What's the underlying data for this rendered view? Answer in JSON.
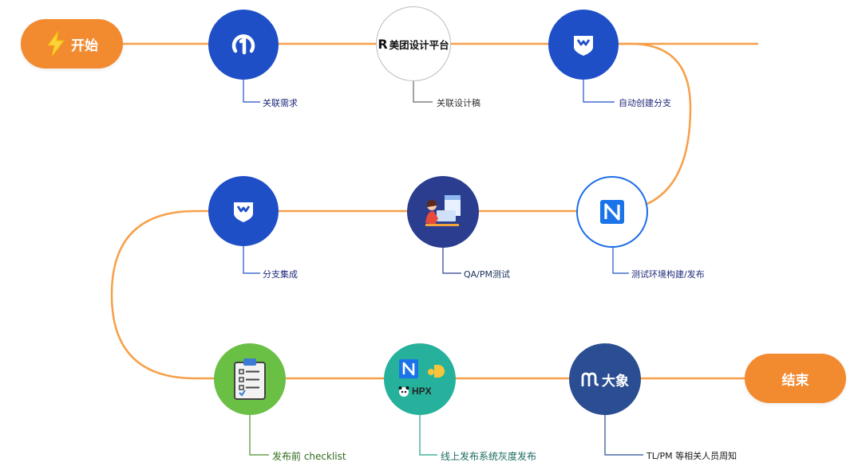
{
  "start": {
    "label": "开始"
  },
  "end": {
    "label": "结束"
  },
  "steps": [
    {
      "label": "关联需求",
      "icon": "number-one-icon"
    },
    {
      "label": "关联设计稿",
      "icon": "meituan-design-logo",
      "logo_text": "美团设计平台",
      "logo_mark": "R"
    },
    {
      "label": "自动创建分支",
      "icon": "shield-icon"
    },
    {
      "label": "测试环境构建/发布",
      "icon": "n-logo-icon"
    },
    {
      "label": "QA/PM测试",
      "icon": "person-at-computer-icon"
    },
    {
      "label": "分支集成",
      "icon": "shield-icon"
    },
    {
      "label": "发布前 checklist",
      "icon": "clipboard-checklist-icon"
    },
    {
      "label": "线上发布系统灰度发布",
      "icon": "release-tools-logos",
      "logo_text": "HPX"
    },
    {
      "label": "TL/PM 等相关人员周知",
      "icon": "daxiang-logo",
      "logo_text": "大象"
    }
  ],
  "colors": {
    "connector": "#f7a04a",
    "pill": "#f28a30",
    "blue_node": "#1f4fc7",
    "navy_node": "#2a3d8f",
    "green_node": "#6abf45",
    "teal_node": "#26b19c",
    "dark_blue_node": "#2b4e93"
  }
}
